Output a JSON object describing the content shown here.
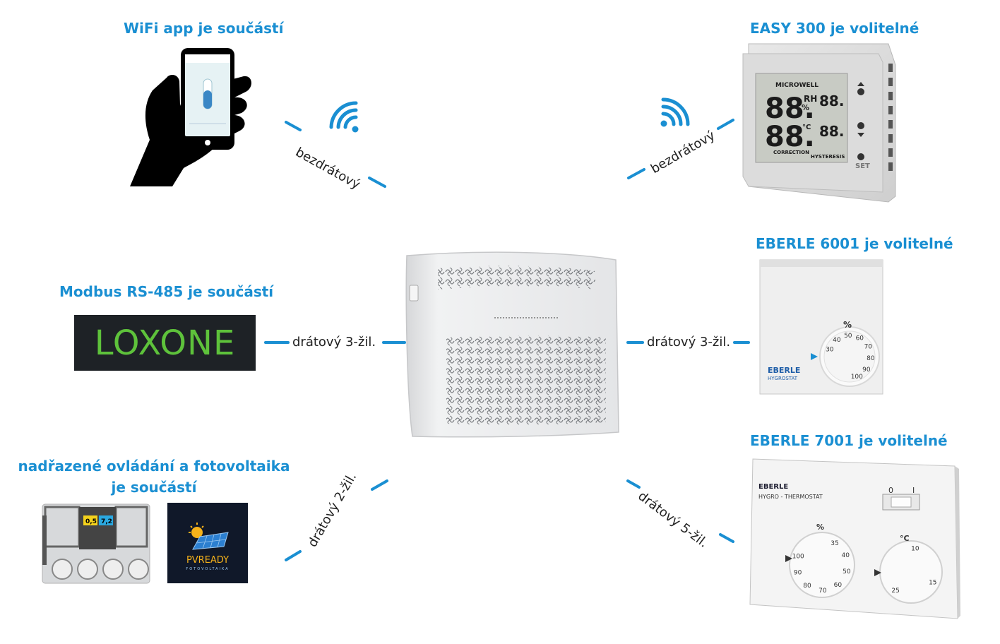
{
  "titles": {
    "wifi_app": "WiFi app je součástí",
    "easy300": "EASY 300 je volitelné",
    "modbus": "Modbus RS-485 je součástí",
    "eberle6001": "EBERLE 6001 je volitelné",
    "eberle7001": "EBERLE 7001 je volitelné",
    "control_line1": "nadřazené ovládání a fotovoltaika",
    "control_line2": "je součástí"
  },
  "connections": {
    "wifi_app": "bezdrátový",
    "easy300": "bezdrátový",
    "modbus": "drátový 3-žil.",
    "eberle6001": "drátový 3-žil.",
    "control": "drátový 2-žil.",
    "eberle7001": "drátový 5-žil."
  },
  "logos": {
    "loxone": "LOXONE",
    "pvready": "PVREADY",
    "pvready_sub": "FOTOVOLTAIKA"
  },
  "devices": {
    "easy300_brand": "MICROWELL",
    "easy300_display": {
      "rh_value": "88.",
      "rh_unit": "RH",
      "percent": "%",
      "rh_value_small": "88.",
      "temp_value": "88.",
      "temp_unit": "°C",
      "temp_value_small": "88.",
      "correction": "CORRECTION",
      "hysteresis": "HYSTERESIS"
    },
    "easy300_set": "SET",
    "eberle6001_brand": "EBERLE",
    "eberle6001_model": "HYGROSTAT",
    "eberle6001_unit": "%",
    "eberle6001_dial": [
      "30",
      "40",
      "50",
      "60",
      "70",
      "80",
      "90",
      "100"
    ],
    "eberle7001_brand": "EBERLE",
    "eberle7001_model": "HYGRO - THERMOSTAT",
    "eberle7001_unit_left": "%",
    "eberle7001_unit_right": "°C",
    "eberle7001_dial_left": [
      "35",
      "40",
      "50",
      "60",
      "70",
      "80",
      "90",
      "100"
    ],
    "eberle7001_dial_right": [
      "10",
      "15",
      "25"
    ],
    "eberle7001_switch": [
      "0",
      "I"
    ],
    "controller_values": [
      "0,5",
      "7,2"
    ]
  },
  "colors": {
    "accent": "#1a8fd2",
    "loxone_green": "#5ec23b",
    "loxone_bg": "#1e2226",
    "pv_bg": "#101829"
  }
}
